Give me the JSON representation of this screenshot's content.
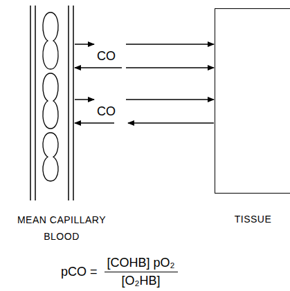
{
  "diagram": {
    "nodes": [
      {
        "text": [
          "MEAN CAPILLARY BLOOD"
        ]
      },
      {
        "text": [
          "TISSUE"
        ]
      }
    ],
    "labels": [
      "CO",
      "CO",
      "pCO =",
      "[COHB] pO₂",
      "[O₂HB]"
    ]
  }
}
